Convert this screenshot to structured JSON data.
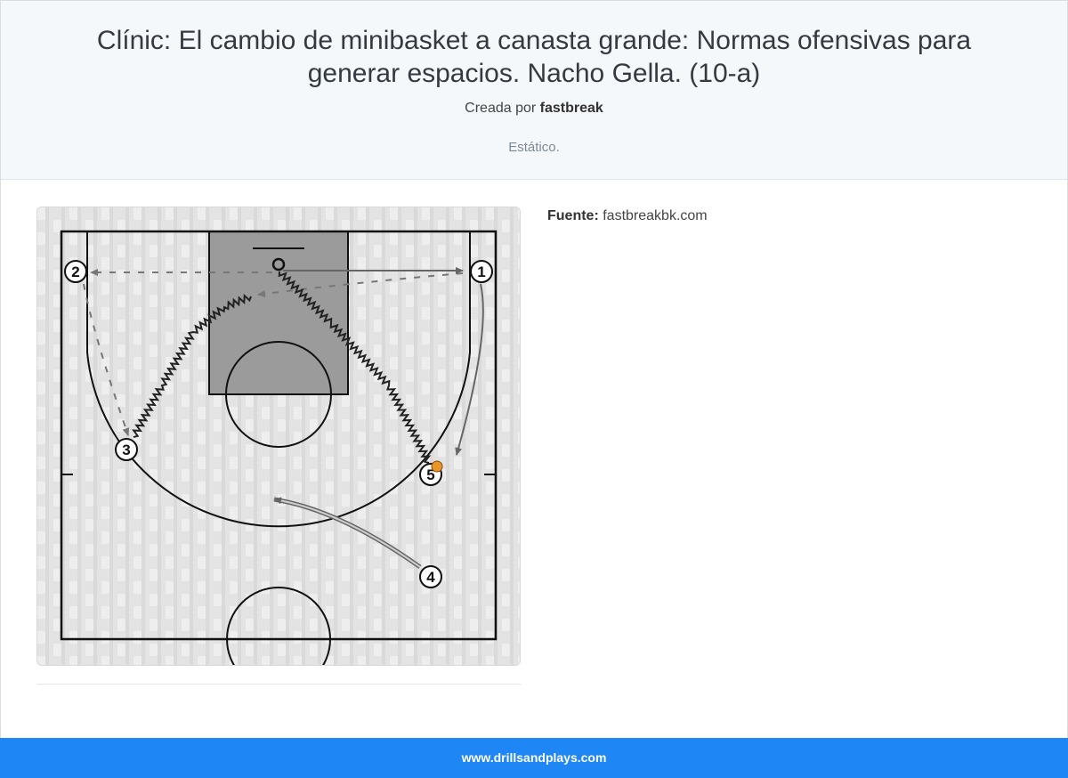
{
  "header": {
    "title": "Clínic: El cambio de minibasket a canasta grande: Normas ofensivas para generar espacios. Nacho Gella. (10-a)",
    "byline_prefix": "Creada por",
    "author": "fastbreak",
    "status": "Estático."
  },
  "diagram": {
    "players": [
      {
        "label": "1"
      },
      {
        "label": "2"
      },
      {
        "label": "3"
      },
      {
        "label": "4"
      },
      {
        "label": "5",
        "has_ball": true
      }
    ],
    "colors": {
      "court_line": "#111111",
      "paint": "#9a9a9a",
      "ball": "#e8962a",
      "move_arrow": "#666666"
    }
  },
  "source": {
    "label": "Fuente:",
    "value": "fastbreakbk.com"
  },
  "footer": {
    "site": "www.drillsandplays.com"
  }
}
